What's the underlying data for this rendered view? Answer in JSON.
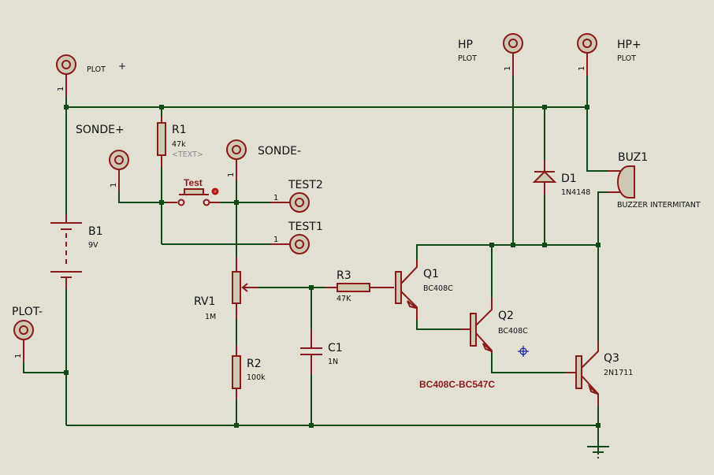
{
  "schematic": {
    "terminals": {
      "plot_plus": {
        "ref": "PLOT",
        "extra": "+",
        "pin": "1"
      },
      "sonde_plus": {
        "ref": "SONDE+",
        "pin": "1"
      },
      "sonde_minus": {
        "ref": "SONDE-",
        "pin": "1"
      },
      "test2": {
        "ref": "TEST2",
        "pin": "1"
      },
      "test1": {
        "ref": "TEST1",
        "pin": "1"
      },
      "plot_minus": {
        "ref": "PLOT-",
        "pin": "1"
      },
      "hp": {
        "ref": "HP",
        "value": "PLOT",
        "pin": "1"
      },
      "hp_plus": {
        "ref": "HP+",
        "value": "PLOT",
        "pin": "1"
      }
    },
    "components": {
      "r1": {
        "ref": "R1",
        "value": "47k",
        "text": "<TEXT>"
      },
      "switch": {
        "ref": "Test"
      },
      "b1": {
        "ref": "B1",
        "value": "9V"
      },
      "rv1": {
        "ref": "RV1",
        "value": "1M"
      },
      "r2": {
        "ref": "R2",
        "value": "100k"
      },
      "c1": {
        "ref": "C1",
        "value": "1N"
      },
      "r3": {
        "ref": "R3",
        "value": "47K"
      },
      "q1": {
        "ref": "Q1",
        "value": "BC408C"
      },
      "q2": {
        "ref": "Q2",
        "value": "BC408C"
      },
      "q3": {
        "ref": "Q3",
        "value": "2N1711"
      },
      "d1": {
        "ref": "D1",
        "value": "1N4148"
      },
      "buz1": {
        "ref": "BUZ1",
        "value": "BUZZER INTERMITANT"
      }
    },
    "annotation": "BC408C-BC547C",
    "colors": {
      "background": "#e1e0d2",
      "wire": "#0f4a14",
      "component": "#8a1a1a",
      "body_fill": "#cfc9b4",
      "cursor": "#1a1aa0"
    }
  }
}
